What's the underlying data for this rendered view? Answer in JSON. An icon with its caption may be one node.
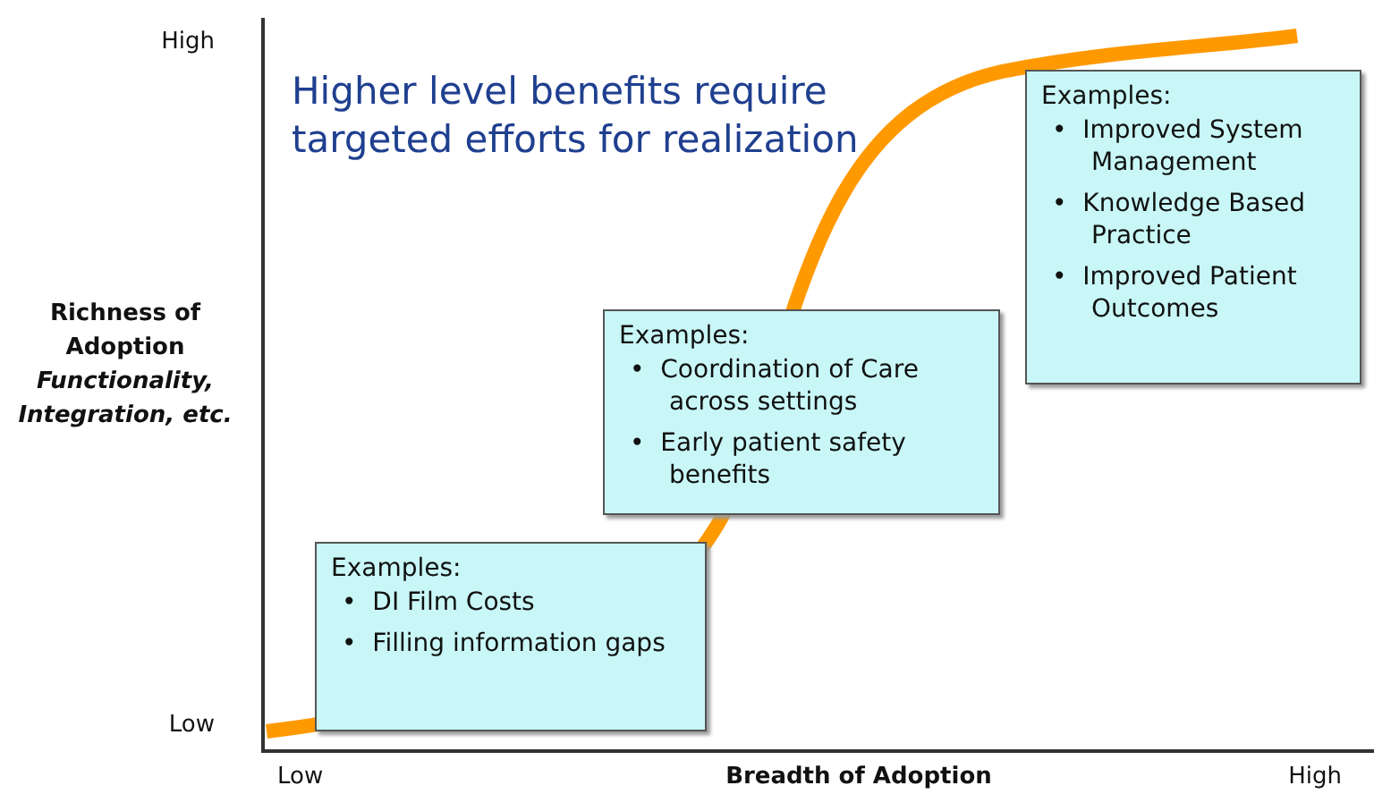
{
  "diagram": {
    "title": "Higher level benefits require targeted efforts for realization",
    "nodes": [
      {
        "text": [
          "Examples:",
          "•  DI Film Costs",
          "•  Filling information gaps"
        ]
      },
      {
        "text": [
          "Examples:",
          "•  Coordination of Care across settings",
          "•  Early patient safety benefits"
        ]
      },
      {
        "text": [
          "Examples:",
          "•  Improved System Management",
          "•  Knowledge Based Practice",
          "•  Improved Patient Outcomes"
        ]
      }
    ],
    "labels": [
      "High",
      "Richness of Adoption",
      "Functionality, Integration, etc.",
      "Low",
      "Low",
      "Breadth of Adoption",
      "High"
    ]
  }
}
